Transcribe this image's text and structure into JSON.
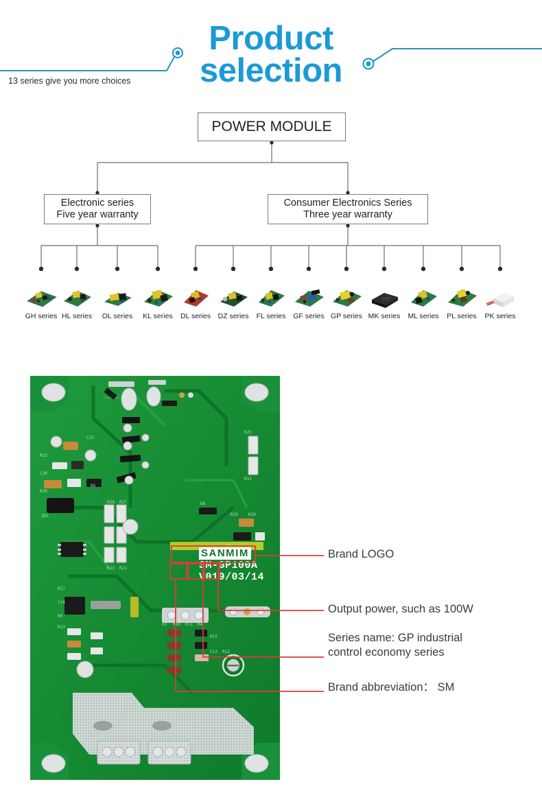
{
  "header": {
    "title_line1": "Product",
    "title_line2": "selection",
    "subtitle": "13 series give you more choices",
    "accent_color": "#1b9ad6",
    "deco_left_icon": "dot-node-icon",
    "deco_right_icon": "dot-node-icon"
  },
  "tree": {
    "root": "POWER MODULE",
    "branch_left": "Electronic series\nFive year warranty",
    "branch_right": "Consumer Electronics Series\nThree year warranty",
    "branch_left_label_1": "Electronic series",
    "branch_left_label_2": "Five year warranty",
    "branch_right_label_1": "Consumer Electronics Series",
    "branch_right_label_2": "Three year warranty",
    "products": [
      {
        "label": "GH series",
        "group": "left",
        "style": "green-board"
      },
      {
        "label": "HL series",
        "group": "left",
        "style": "green-board"
      },
      {
        "label": "OL series",
        "group": "left",
        "style": "green-board"
      },
      {
        "label": "KL series",
        "group": "left",
        "style": "green-board"
      },
      {
        "label": "DL series",
        "group": "right",
        "style": "red-board"
      },
      {
        "label": "DZ series",
        "group": "right",
        "style": "dark-board"
      },
      {
        "label": "FL series",
        "group": "right",
        "style": "green-board"
      },
      {
        "label": "GF series",
        "group": "right",
        "style": "green-board"
      },
      {
        "label": "GP series",
        "group": "right",
        "style": "green-board"
      },
      {
        "label": "MK series",
        "group": "right",
        "style": "black-brick"
      },
      {
        "label": "ML series",
        "group": "right",
        "style": "green-board"
      },
      {
        "label": "PL series",
        "group": "right",
        "style": "green-board"
      },
      {
        "label": "PK series",
        "group": "right",
        "style": "white-box"
      }
    ]
  },
  "pcb": {
    "silkscreen_logo": "SANMIM",
    "silkscreen_model": "SM-GP100A",
    "silkscreen_date": "V019/03/14",
    "board_color": "#1a8b36",
    "callout_color": "#e03a35"
  },
  "callouts": [
    {
      "text": "Brand LOGO"
    },
    {
      "text": "Output power, such as 100W"
    },
    {
      "text": "Series name: GP industrial\ncontrol economy series"
    },
    {
      "text": "Brand abbreviation：  SM"
    }
  ]
}
